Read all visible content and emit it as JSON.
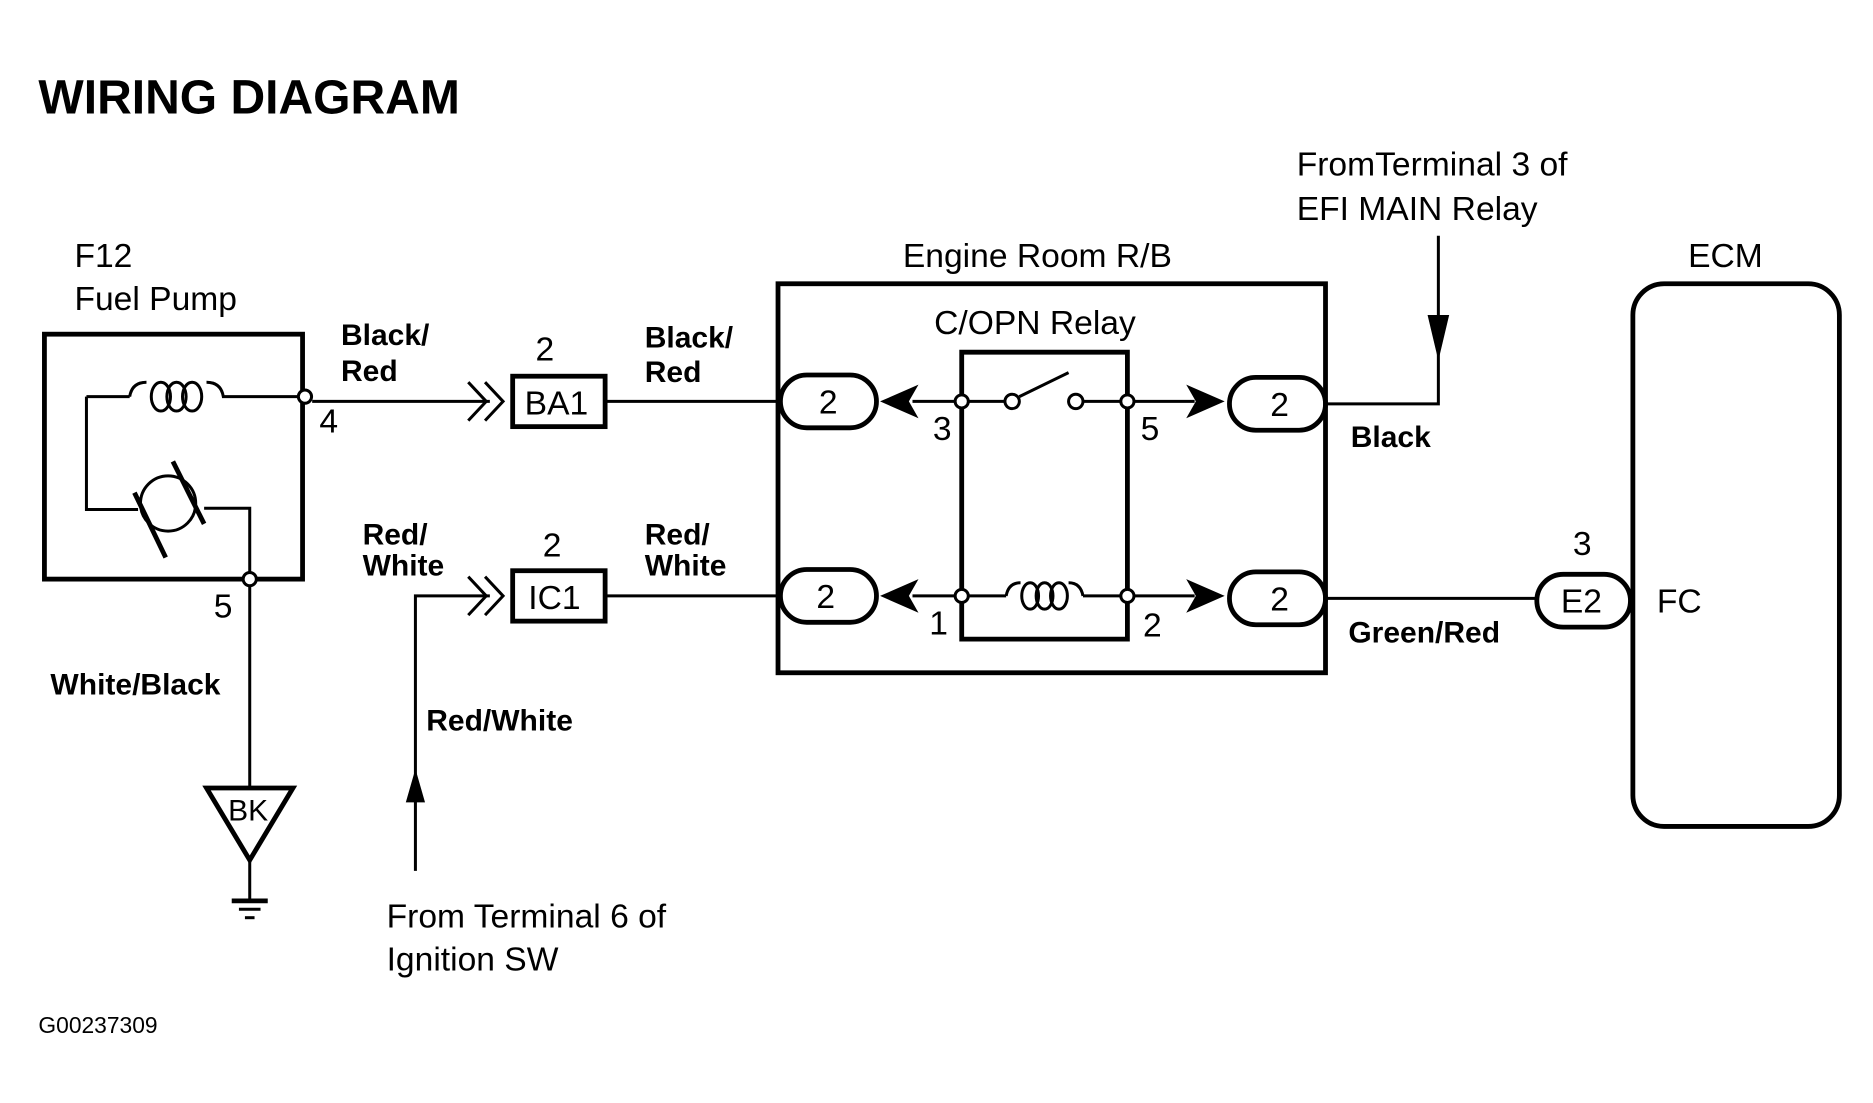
{
  "title": "WIRING DIAGRAM",
  "figure_code": "G00237309",
  "components": {
    "fuel_pump": {
      "id": "F12",
      "name": "Fuel Pump",
      "pin_top": "4",
      "pin_bottom": "5"
    },
    "ground": {
      "label": "BK"
    },
    "connector_ba1": {
      "label": "BA1",
      "pin": "2"
    },
    "connector_ic1": {
      "label": "IC1",
      "pin": "2"
    },
    "relay_block": {
      "name": "Engine Room R/B",
      "relay_name": "C/OPN Relay",
      "connectors": {
        "top_left": "2",
        "top_right": "2",
        "bottom_left": "2",
        "bottom_right": "2"
      },
      "pins": {
        "p3": "3",
        "p5": "5",
        "p1": "1",
        "p2": "2"
      }
    },
    "ecm": {
      "name": "ECM",
      "terminal_label": "FC",
      "connector": "E2",
      "connector_pin": "3"
    }
  },
  "wires": {
    "pump_to_ba1": [
      "Black/",
      "Red"
    ],
    "ba1_to_relay": [
      "Black/",
      "Red"
    ],
    "ic1_in": [
      "Red/",
      "White"
    ],
    "ic1_to_relay": [
      "Red/",
      "White"
    ],
    "pump_ground": "White/Black",
    "ign_feed": "Red/White",
    "relay_out": "Black",
    "relay_to_ecm": "Green/Red"
  },
  "sources": {
    "efi_main": [
      "FromTerminal 3 of",
      "EFI MAIN Relay"
    ],
    "ignition": [
      "From Terminal 6 of",
      "Ignition SW"
    ]
  }
}
